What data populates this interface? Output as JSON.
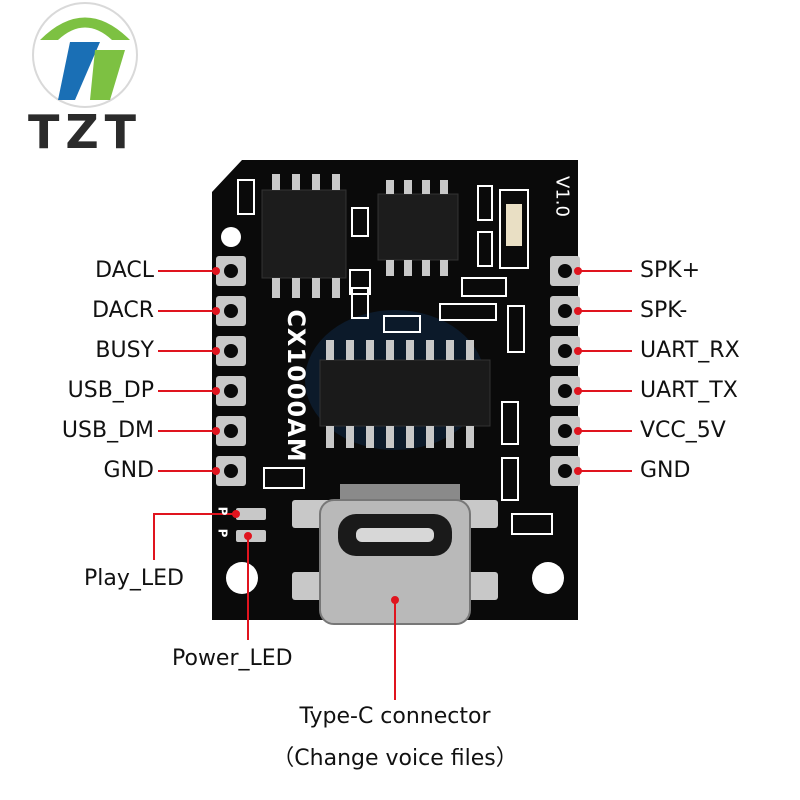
{
  "brand": {
    "name": "TZT",
    "colors": {
      "green": "#7dc142",
      "blue": "#1a6fb5",
      "dark": "#2b2b2b"
    }
  },
  "board": {
    "chip_marking": "CX1000AM",
    "version": "V1.0",
    "pad_letters": [
      "P",
      "P"
    ]
  },
  "labels": {
    "left": [
      "DACL",
      "DACR",
      "BUSY",
      "USB_DP",
      "USB_DM",
      "GND"
    ],
    "right": [
      "SPK+",
      "SPK-",
      "UART_RX",
      "UART_TX",
      "VCC_5V",
      "GND"
    ],
    "play_led": "Play_LED",
    "power_led": "Power_LED",
    "type_c_line1": "Type-C connector",
    "type_c_line2": "（Change voice files）"
  },
  "colors": {
    "leader_line": "#e0141e",
    "pcb": "#0a0a0a",
    "silkscreen": "#ffffff",
    "pad": "#c8c8c8"
  }
}
